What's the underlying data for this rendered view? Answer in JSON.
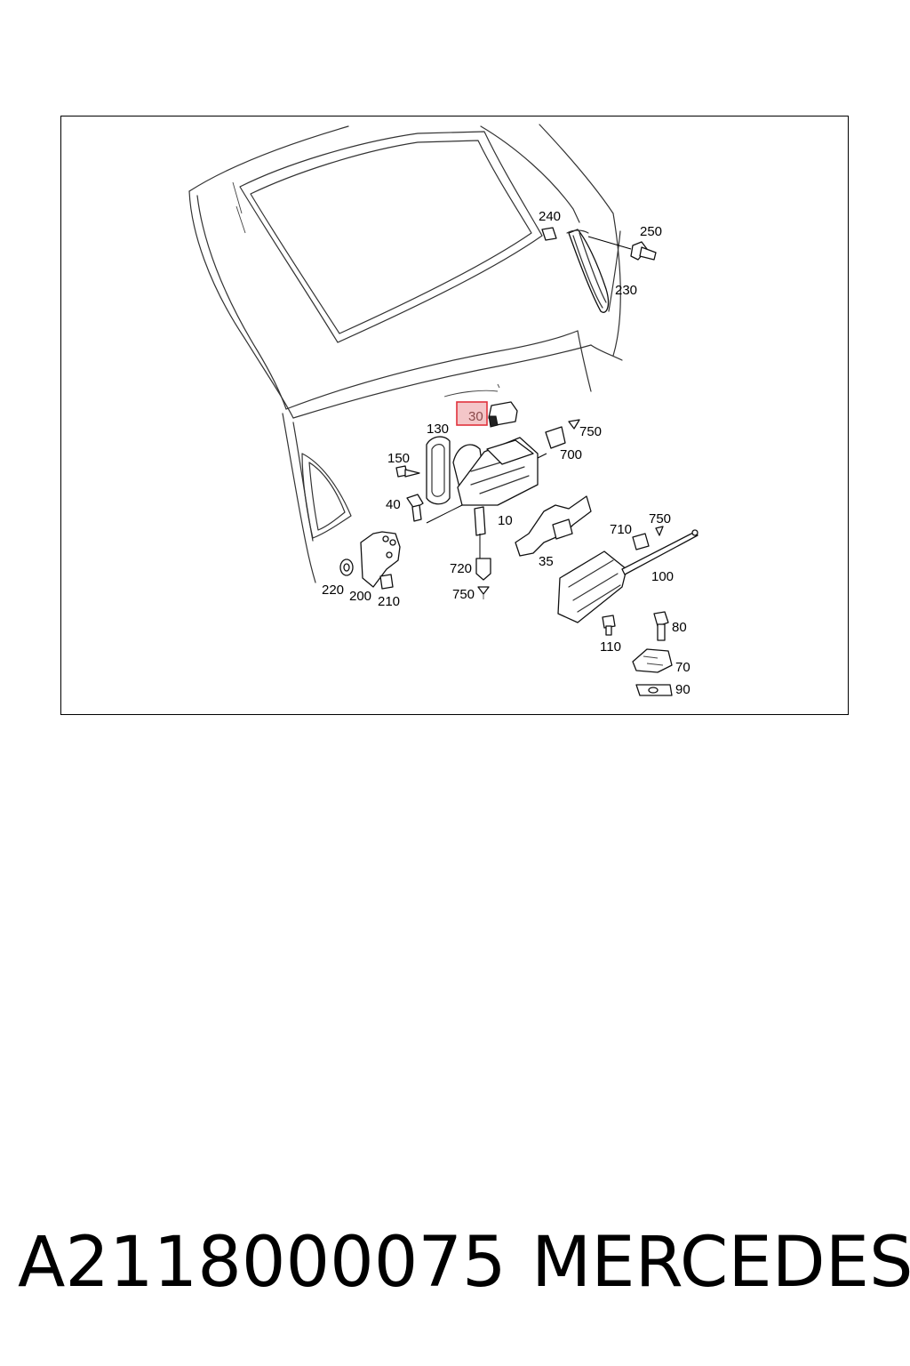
{
  "diagram": {
    "highlighted_part": "30",
    "labels": {
      "p240": "240",
      "p250": "250",
      "p230": "230",
      "p30": "30",
      "p130": "130",
      "p750a": "750",
      "p700": "700",
      "p150": "150",
      "p40": "40",
      "p10": "10",
      "p710": "710",
      "p750b": "750",
      "p35": "35",
      "p100": "100",
      "p720": "720",
      "p750c": "750",
      "p220": "220",
      "p200": "200",
      "p210": "210",
      "p80": "80",
      "p110": "110",
      "p70": "70",
      "p90": "90"
    },
    "colors": {
      "highlight_border": "#e0323c",
      "highlight_fill": "#f4c6c8"
    }
  },
  "caption": {
    "part_number": "A2118000075",
    "brand": "MERCEDES"
  }
}
